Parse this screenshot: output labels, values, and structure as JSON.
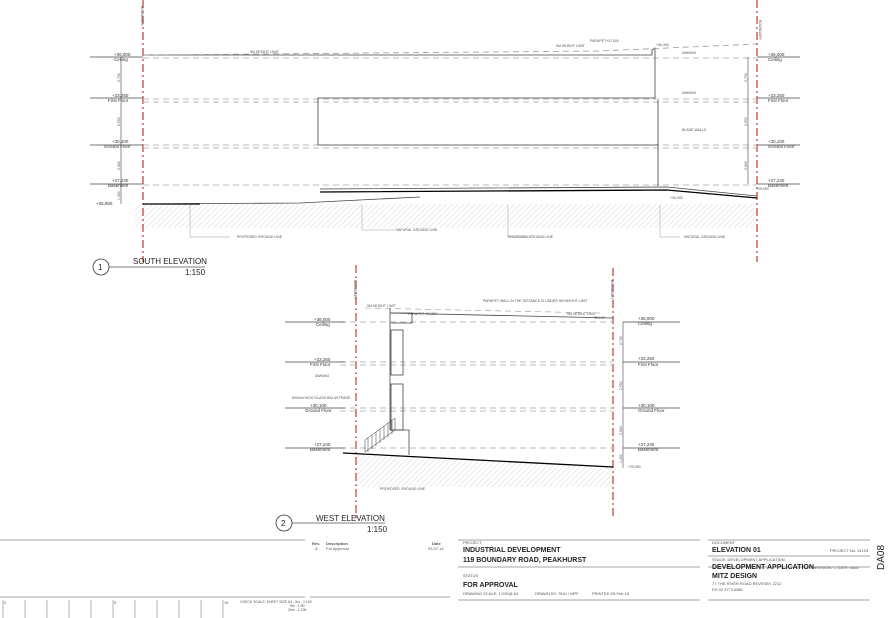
{
  "boundary_label": "BOUNDARY",
  "levels": [
    {
      "rl": "+36,000",
      "name": "Ceiling"
    },
    {
      "rl": "+33,250",
      "name": "First Floor"
    },
    {
      "rl": "+30,100",
      "name": "Ground Floor"
    },
    {
      "rl": "+27,240",
      "name": "Basement"
    }
  ],
  "dims": [
    "2,750",
    "200",
    "2,950",
    "200",
    "2,660",
    "1,450"
  ],
  "south": {
    "title": "SOUTH ELEVATION",
    "number": "1",
    "scale": "1:150",
    "height_limit": "9M HEIGHT LIMIT",
    "parapet": "PARAPET+37,000",
    "rl_top": "+36,350",
    "rl_ground": "+25,950",
    "rl_ground_right": "+26,900",
    "awning": "AWNING",
    "blade_walls": "BLADE WALLS",
    "proposed_ground": "PROPOSED GROUND LINE",
    "natural_ground": "NATURAL GROUND LINE"
  },
  "west": {
    "title": "WEST ELEVATION",
    "number": "2",
    "scale": "1:150",
    "height_limit": "9M HEIGHT LIMIT",
    "parapet": "PARAPET+36,350",
    "parapet_note": "PARAPET WALL IN THE DISTANCE IS UNDER 9M HEIGHT LIMIT",
    "rl_top": "+36,100",
    "awning": "AWNING",
    "balustrade": "800mm HIGH GLASS BALUSTRADE",
    "rl_ground": "+25,950",
    "proposed_ground": "PROPOSED GROUND LINE"
  },
  "revisions": {
    "headers": [
      "Rev.",
      "Description",
      "Date"
    ],
    "rows": [
      [
        "A",
        "For Approval",
        "03.07.14"
      ]
    ]
  },
  "project": {
    "label": "PROJECT",
    "name": "INDUSTRIAL DEVELOPMENT",
    "address": "119 BOUNDARY ROAD, PEAKHURST",
    "status_label": "STATUS",
    "status": "FOR APPROVAL",
    "scale": "DRAWING SCALE:   1:200@ A3",
    "drawn": "DRAWN BY:  SHU / MPF",
    "printed": "PRINTED 09-Feb-16"
  },
  "document": {
    "label": "DOCUMENT",
    "title": "ELEVATION 01",
    "project_no": "PROJECT No: 14103",
    "stage_label": "STAGE: DEVELOPMENT APPLICATION",
    "stage": "DEVELOPMENT APPLICATION",
    "revision": "REVISION: C  DATE: ####",
    "firm": "MITZ DESIGN",
    "firm_address": "77 THE RIVER ROAD REVESBY 2212",
    "firm_phone": "PH 02 9773 8881",
    "sheet": "DA08"
  },
  "scale_bar": {
    "ticks": [
      "0",
      "5",
      "10"
    ],
    "note": "CHECK SCALE: SHEET SIZE A3 - 5m : 1:100",
    "note2": "5m : 1:50",
    "note3": "20m : 1:200"
  }
}
